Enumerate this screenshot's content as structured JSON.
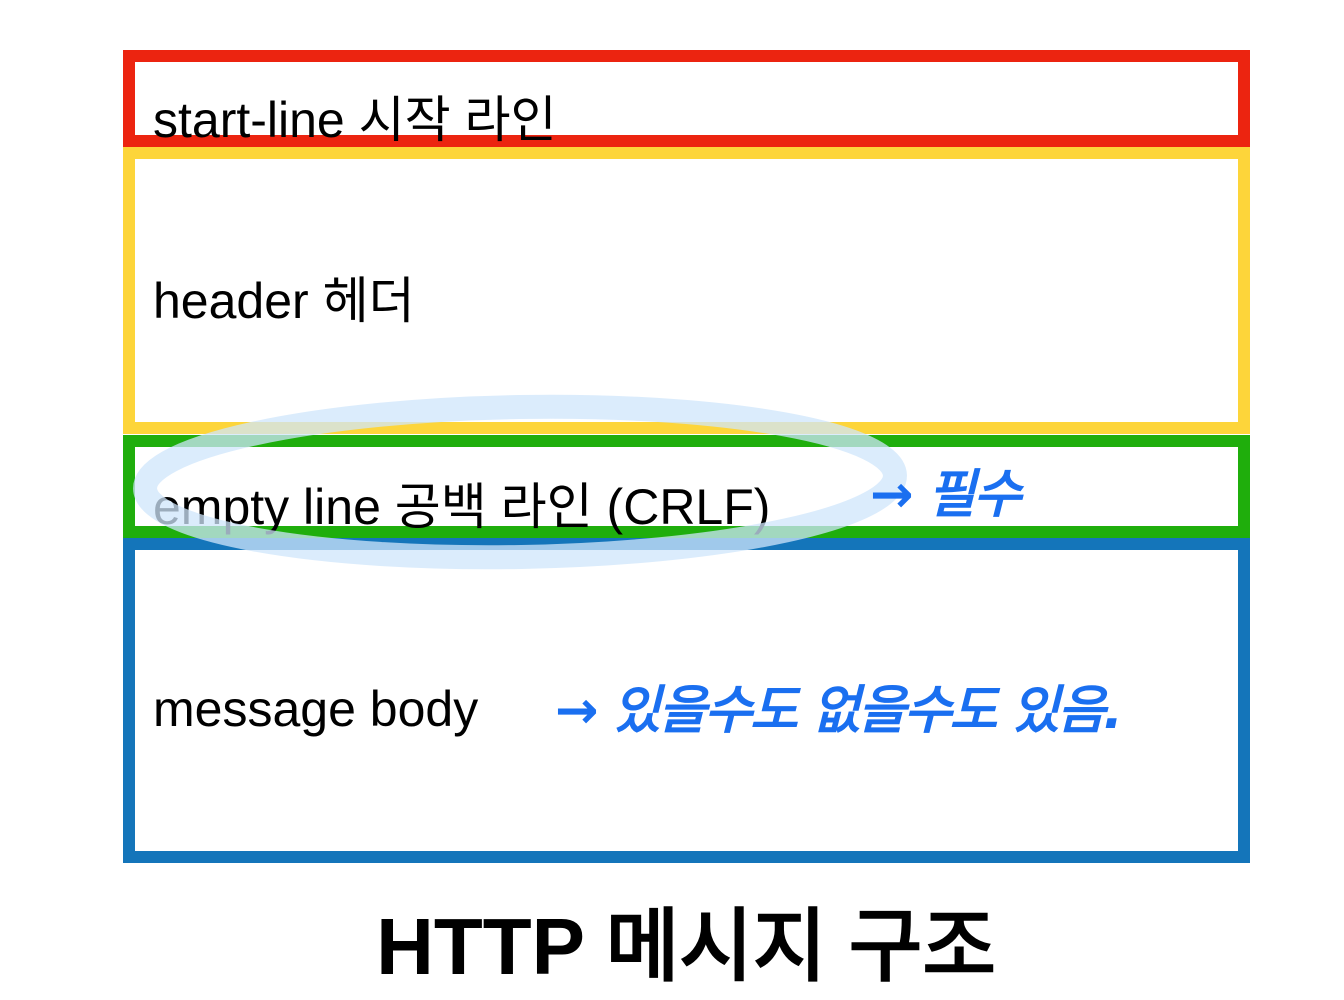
{
  "sections": {
    "start_line": {
      "label": "start-line 시작 라인",
      "color": "#ec2410"
    },
    "header": {
      "label": "header 헤더",
      "color": "#fdd53a"
    },
    "empty_line": {
      "label": "empty line 공백 라인 (CRLF)",
      "color": "#1fae0c",
      "note": "→ 필수"
    },
    "message_body": {
      "label": "message body",
      "color": "#1475ba",
      "note": "→ 있을수도 없을수도 있음."
    }
  },
  "title": "HTTP 메시지 구조",
  "highlight_color": "#cfe6fb",
  "note_color": "#1a6ff0"
}
